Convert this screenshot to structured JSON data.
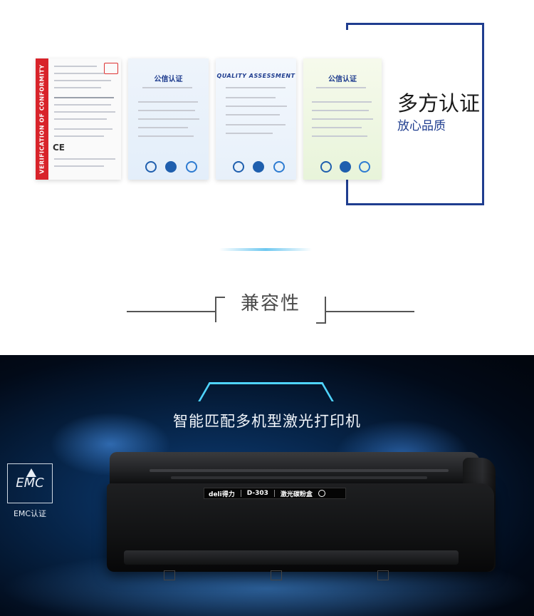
{
  "certification": {
    "conformity_band": "VERIFICATION OF CONFORMITY",
    "cert_titles": [
      "公信认证",
      "QUALITY ASSESSMENT",
      "公信认证"
    ],
    "heading": "多方认证",
    "subheading": "放心品质"
  },
  "compatibility": {
    "title": "兼容性"
  },
  "banner": {
    "title": "智能匹配多机型激光打印机",
    "emc_logo": "EMC",
    "emc_label": "EMC认证",
    "cartridge": {
      "brand": "deli得力",
      "model": "D-303",
      "product": "激光碳粉盒"
    }
  },
  "colors": {
    "frame_blue": "#1f3d8f",
    "conformity_red": "#d8232a",
    "glow_cyan": "#4fd4ff",
    "banner_dark": "#062346"
  }
}
